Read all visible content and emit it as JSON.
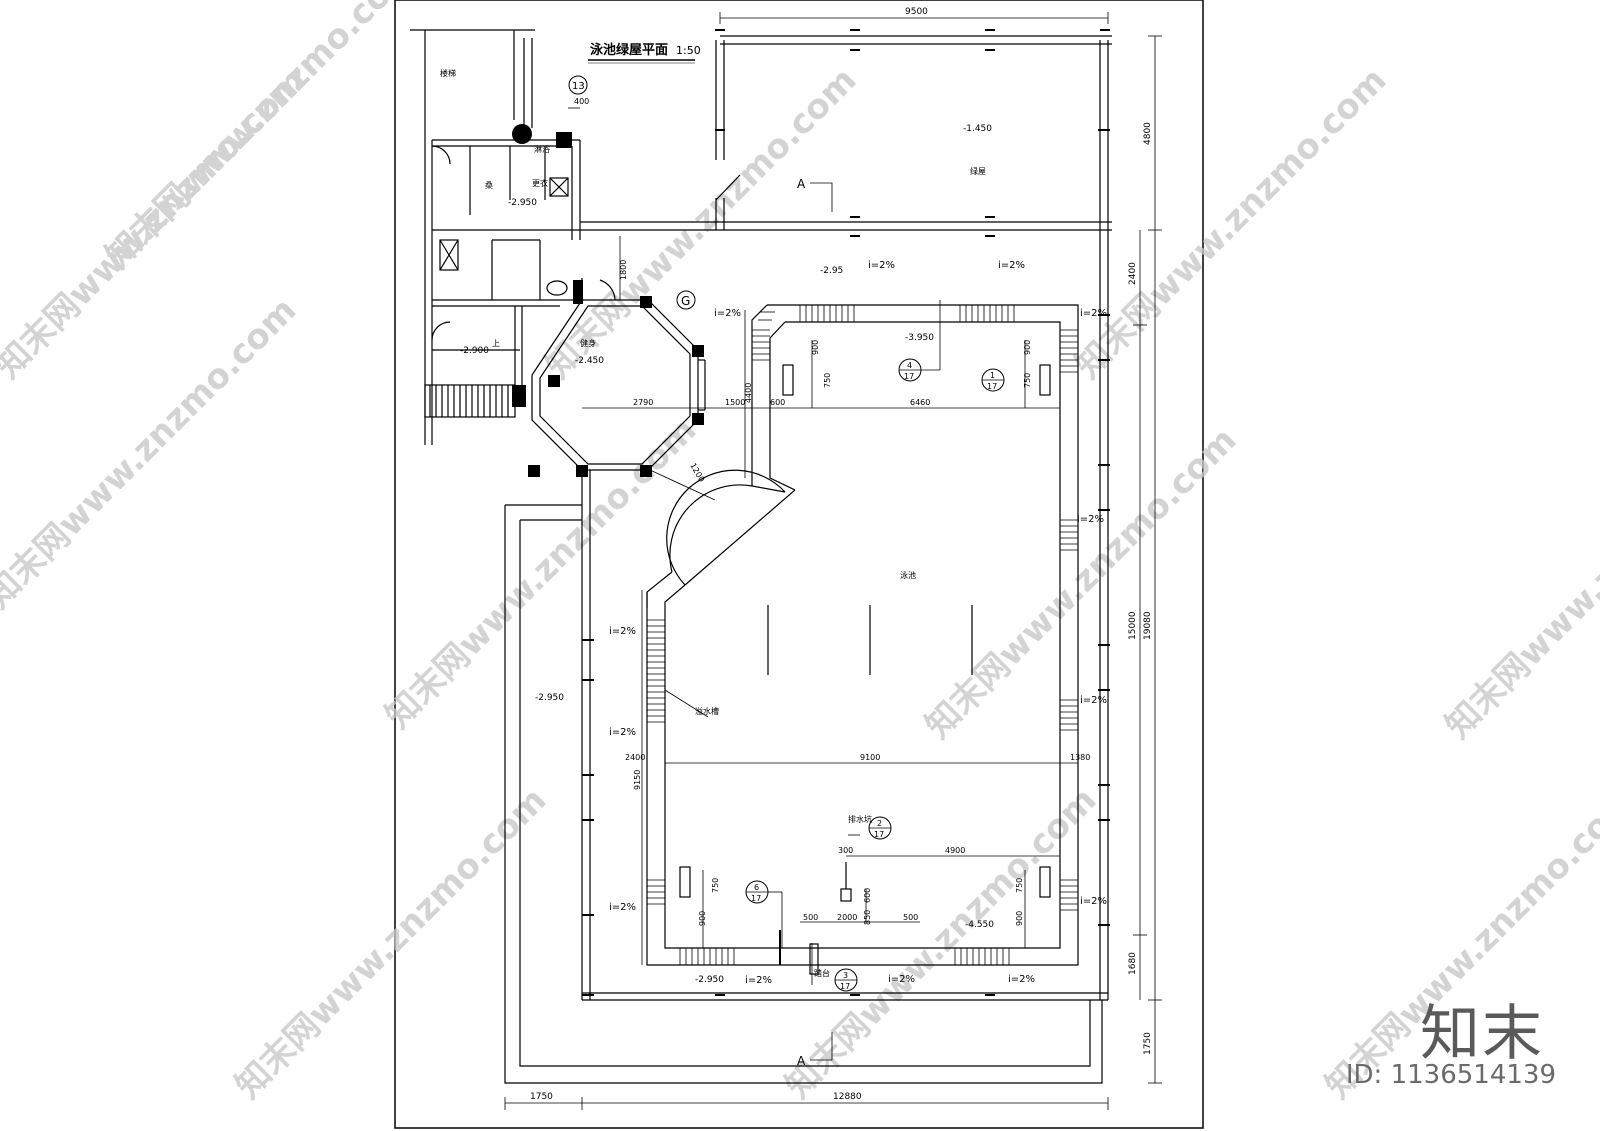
{
  "drawing": {
    "title": "泳池绿屋平面",
    "scale": "1:50",
    "section_mark": "A",
    "axis_13": "13",
    "axis_g": "G"
  },
  "rooms": {
    "stair": "楼梯",
    "shower": "淋浴",
    "sauna": "桑",
    "changing": "更衣",
    "gym": "健身",
    "greenhouse": "绿屋",
    "pool": "泳池",
    "overflow_channel": "溢水槽",
    "drain_pit": "排水坑",
    "step": "踏台",
    "up": "上"
  },
  "levels": {
    "greenhouse": "-1.450",
    "dressing": "-2.950",
    "deck_top": "-2.95",
    "lobby": "-2.900",
    "gym": "-2.450",
    "pool_shallow": "-3.950",
    "pool_deep": "-4.550",
    "deck_left": "-2.950",
    "deck_bottom": "-2.950"
  },
  "slope": "i=2%",
  "dims": {
    "top_total": "9500",
    "bottom_total": "12880",
    "bottom_left": "1750",
    "right_4800": "4800",
    "right_2400": "2400",
    "right_15000": "15000",
    "right_19080": "19080",
    "right_1680": "1680",
    "right_1750": "1750",
    "d400": "400",
    "d1800": "1800",
    "d2790": "2790",
    "d1500": "1500",
    "d600": "600",
    "d6460": "6460",
    "d4400": "4400",
    "d1200": "1200",
    "d900": "900",
    "d750": "750",
    "d2400": "2400",
    "d9100": "9100",
    "d1380": "1380",
    "d9150": "9150",
    "d4900": "4900",
    "d300": "300",
    "d500": "500",
    "d2000": "2000",
    "d850": "850",
    "d600b": "600"
  },
  "callouts": [
    {
      "num": "4",
      "den": "17"
    },
    {
      "num": "1",
      "den": "17"
    },
    {
      "num": "2",
      "den": "17"
    },
    {
      "num": "6",
      "den": "17"
    },
    {
      "num": "3",
      "den": "17"
    }
  ],
  "watermark": {
    "site": "知末网www.znzmo.com",
    "brand": "知末",
    "id": "ID: 1136514139"
  }
}
